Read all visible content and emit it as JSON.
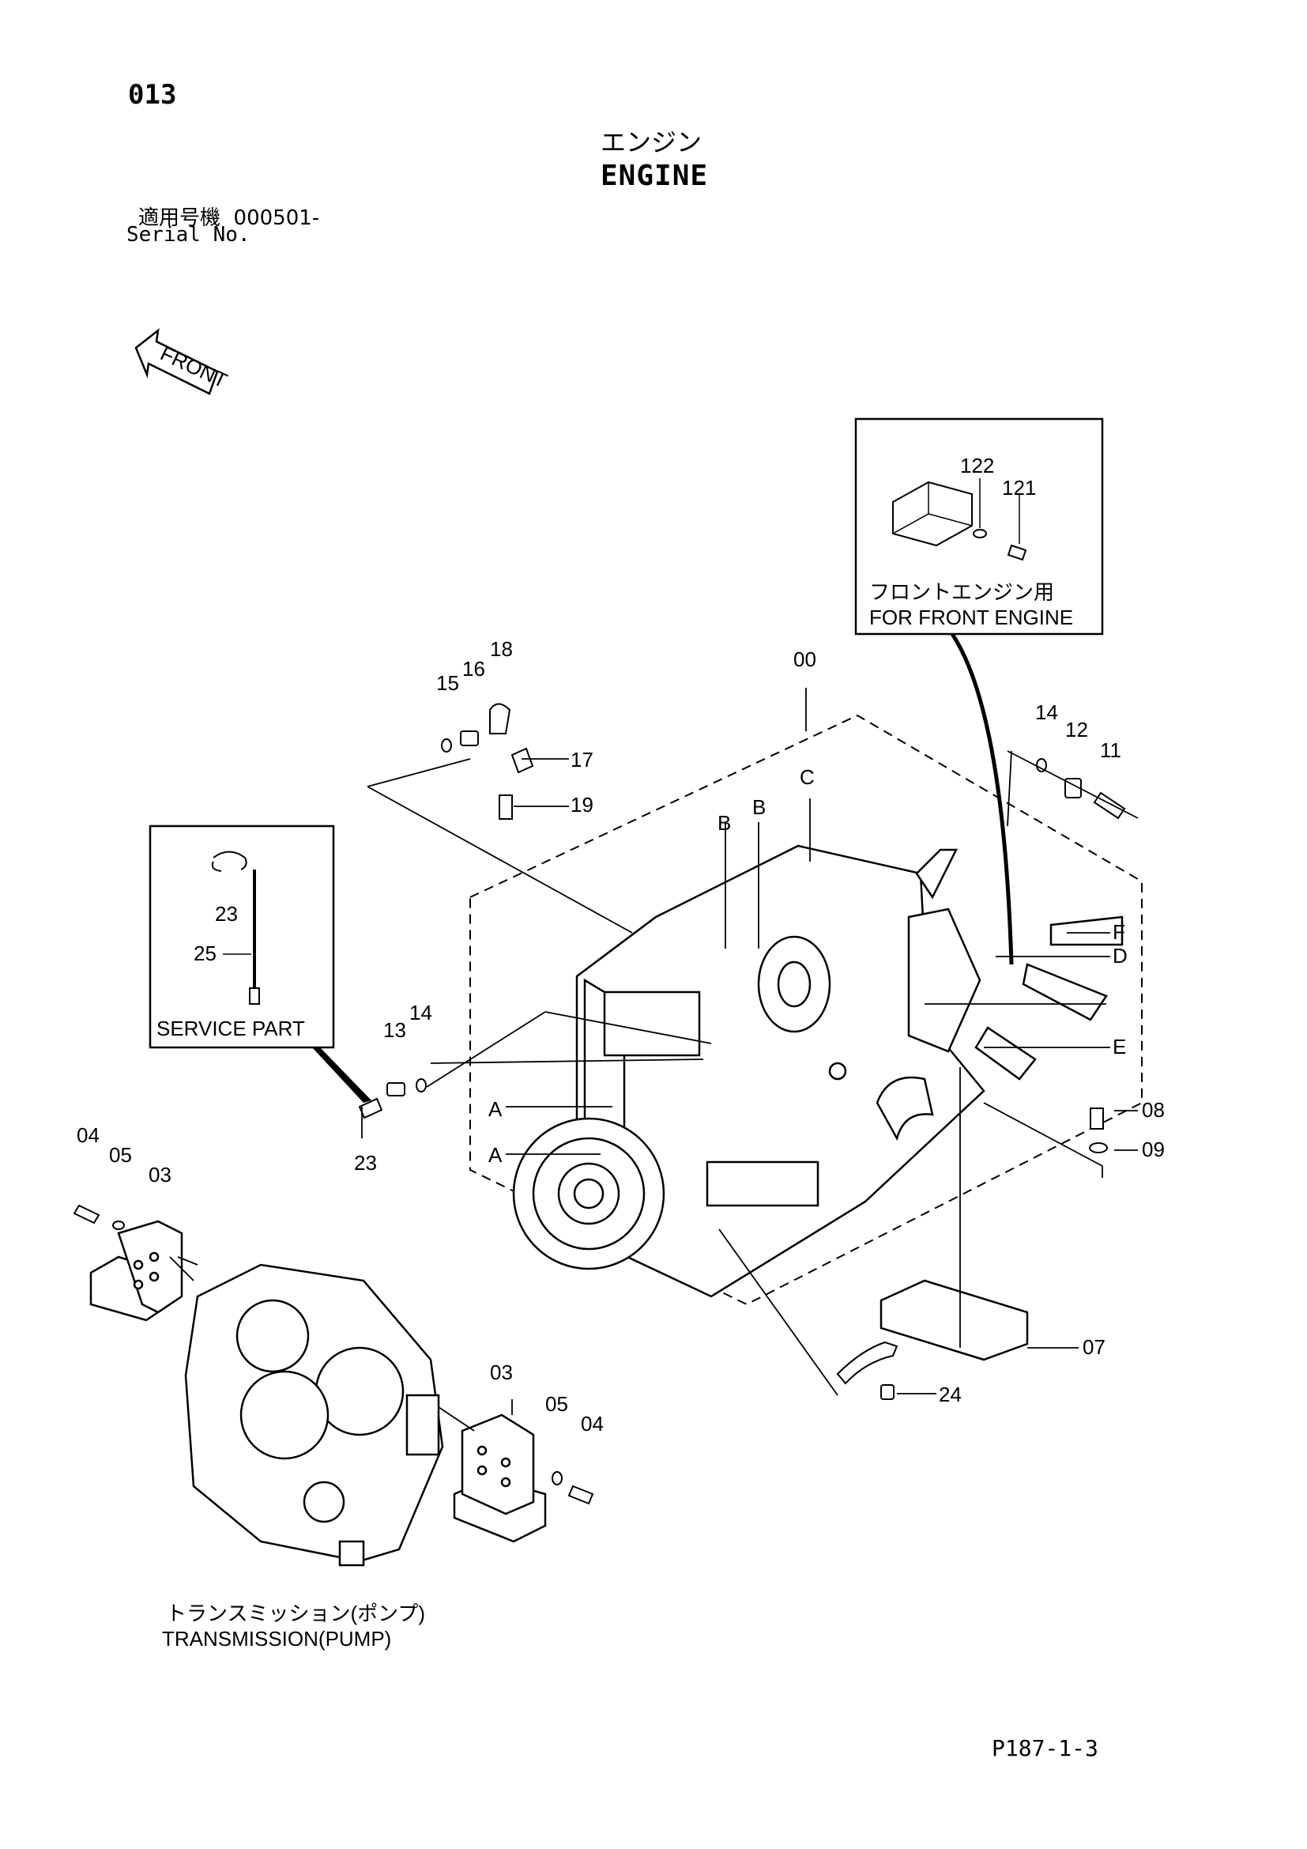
{
  "header": {
    "page_number": "013",
    "title_jp": "エンジン",
    "title_en": "ENGINE",
    "serial_label_jp": "適用号機",
    "serial_value": "000501-",
    "serial_label_en": "Serial No."
  },
  "front_arrow": {
    "label": "FRONT"
  },
  "inset_front_engine": {
    "caption_jp": "フロントエンジン用",
    "caption_en": "FOR FRONT ENGINE",
    "labels": [
      "122",
      "121"
    ]
  },
  "inset_service_part": {
    "caption": "SERVICE PART",
    "labels": [
      "23",
      "25"
    ]
  },
  "transmission": {
    "caption_jp": "トランスミッション(ポンプ)",
    "caption_en": "TRANSMISSION(PUMP)"
  },
  "part_labels": {
    "p00": "00",
    "p03a": "03",
    "p03b": "03",
    "p04a": "04",
    "p04b": "04",
    "p05a": "05",
    "p05b": "05",
    "p07": "07",
    "p08": "08",
    "p09": "09",
    "p11": "11",
    "p12": "12",
    "p13": "13",
    "p14a": "14",
    "p14b": "14",
    "p15": "15",
    "p16": "16",
    "p17": "17",
    "p18": "18",
    "p19": "19",
    "p23": "23",
    "p24": "24"
  },
  "view_labels": {
    "A1": "A",
    "A2": "A",
    "B1": "B",
    "B2": "B",
    "C": "C",
    "D": "D",
    "E": "E",
    "F": "F"
  },
  "footer": {
    "page_code": "P187-1-3"
  }
}
